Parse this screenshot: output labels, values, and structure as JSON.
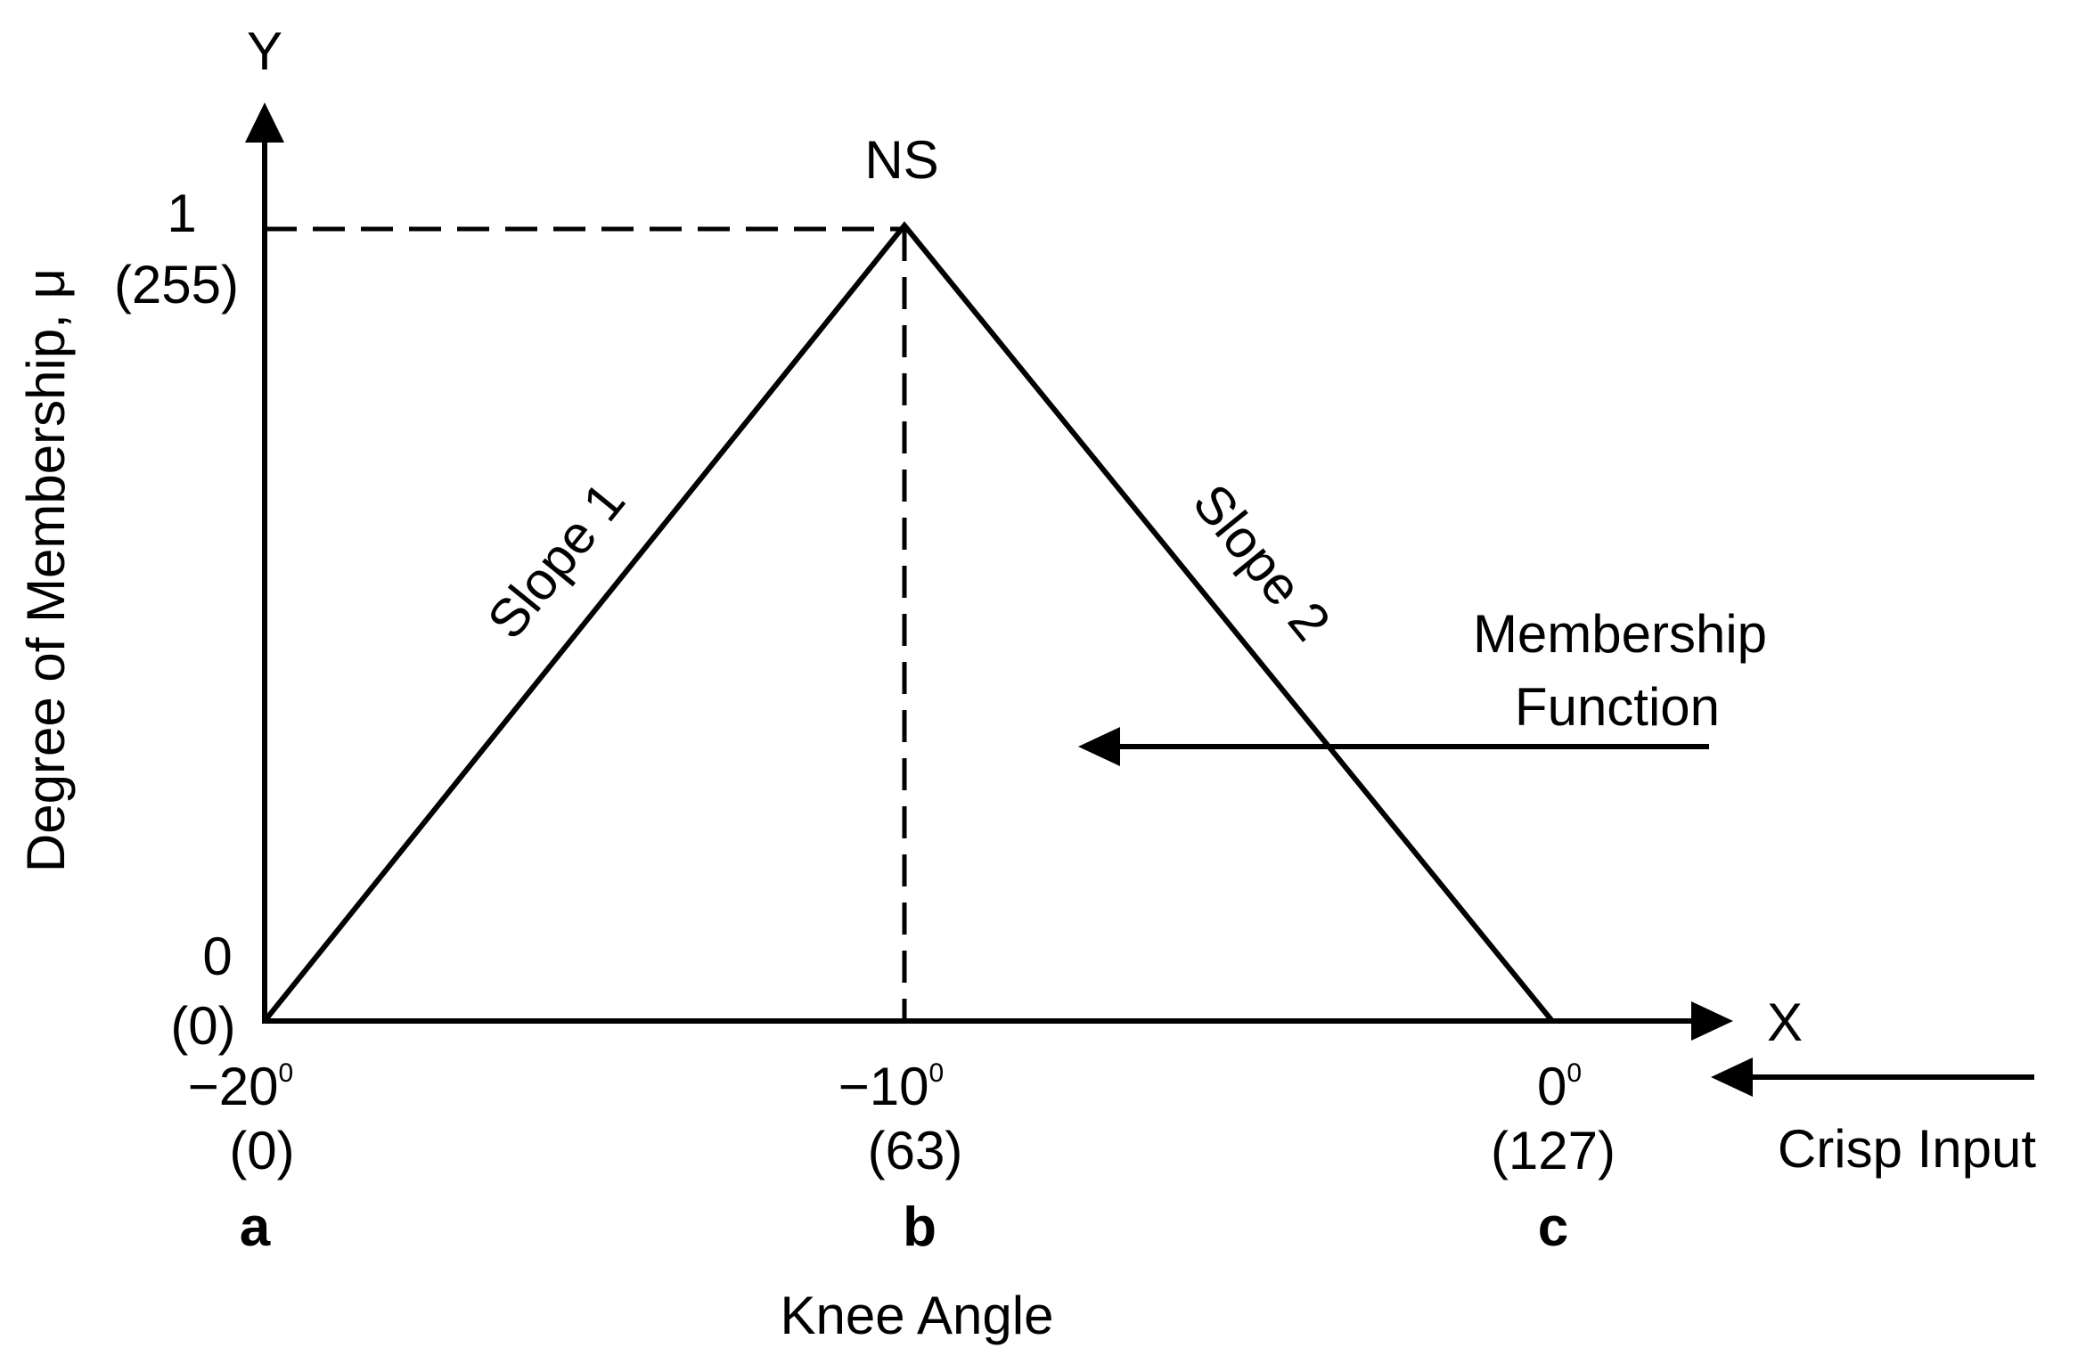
{
  "axes": {
    "y_letter": "Y",
    "x_letter": "X",
    "y_title": "Degree of Membership, μ",
    "x_title": "Knee Angle"
  },
  "y_ticks": [
    {
      "main": "1",
      "sub": "(255)"
    },
    {
      "main": "0",
      "sub": "(0)"
    }
  ],
  "x_ticks": [
    {
      "main": "−20",
      "sup": "0",
      "sub": "(0)",
      "letter": "a"
    },
    {
      "main": "−10",
      "sup": "0",
      "sub": "(63)",
      "letter": "b"
    },
    {
      "main": "0",
      "sup": "0",
      "sub": "(127)",
      "letter": "c"
    }
  ],
  "peak_label": "NS",
  "slope_labels": [
    "Slope 1",
    "Slope 2"
  ],
  "annotations": {
    "membership_line1": "Membership",
    "membership_line2": "Function",
    "crisp_input": "Crisp Input"
  }
}
